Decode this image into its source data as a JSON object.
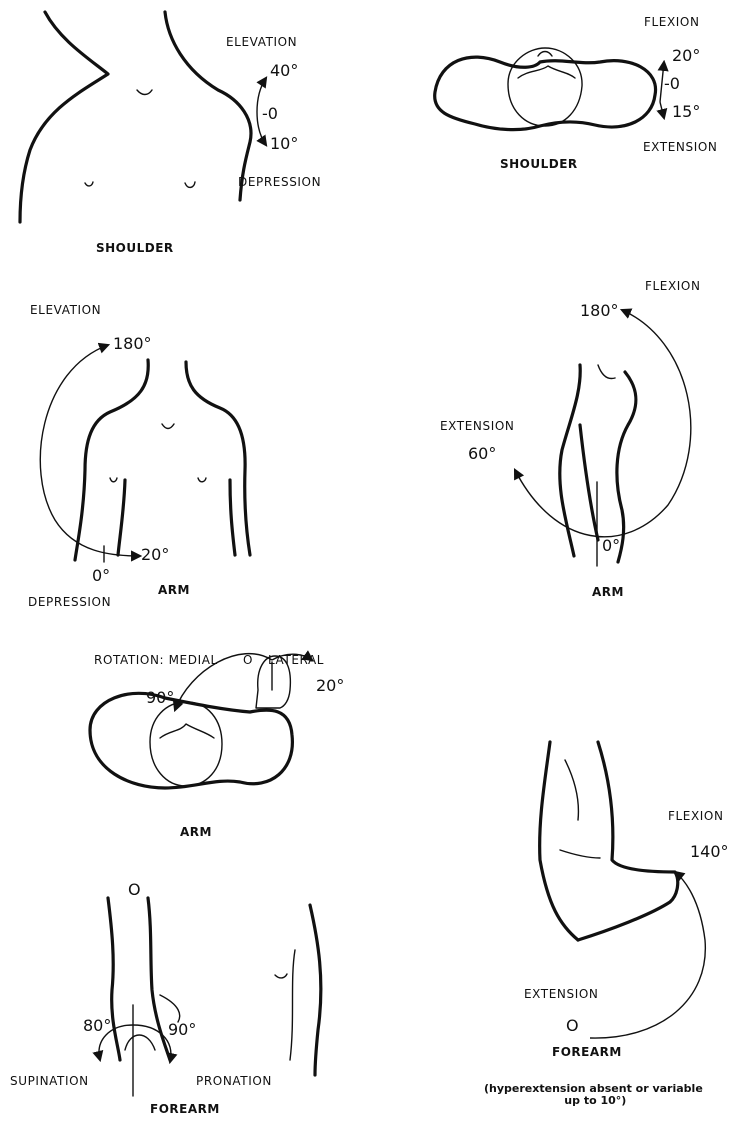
{
  "panels": {
    "shoulder_front": {
      "caption": "SHOULDER",
      "movement_a": "ELEVATION",
      "value_a": "40°",
      "zero": "-0",
      "movement_b": "DEPRESSION",
      "value_b": "10°"
    },
    "shoulder_top": {
      "caption": "SHOULDER",
      "movement_a": "FLEXION",
      "value_a": "20°",
      "zero": "-0",
      "movement_b": "EXTENSION",
      "value_b": "15°"
    },
    "arm_front": {
      "caption": "ARM",
      "movement_a": "ELEVATION",
      "value_a": "180°",
      "movement_b": "DEPRESSION",
      "value_b": "20°",
      "zero": "0°"
    },
    "arm_side": {
      "caption": "ARM",
      "movement_a": "FLEXION",
      "value_a": "180°",
      "movement_b": "EXTENSION",
      "value_b": "60°",
      "zero": "0°"
    },
    "arm_rotation": {
      "caption": "ARM",
      "heading": "ROTATION: MEDIAL",
      "zero": "O",
      "heading_b": "LATERAL",
      "value_medial": "90°",
      "value_lateral": "20°"
    },
    "forearm_rotation": {
      "caption": "FOREARM",
      "zero": "O",
      "movement_a": "SUPINATION",
      "value_a": "80°",
      "movement_b": "PRONATION",
      "value_b": "90°"
    },
    "forearm_flexion": {
      "caption": "FOREARM",
      "movement_a": "FLEXION",
      "value_a": "140°",
      "movement_b": "EXTENSION",
      "zero": "O",
      "note": "(hyperextension absent or variable\n up to 10°)"
    }
  }
}
